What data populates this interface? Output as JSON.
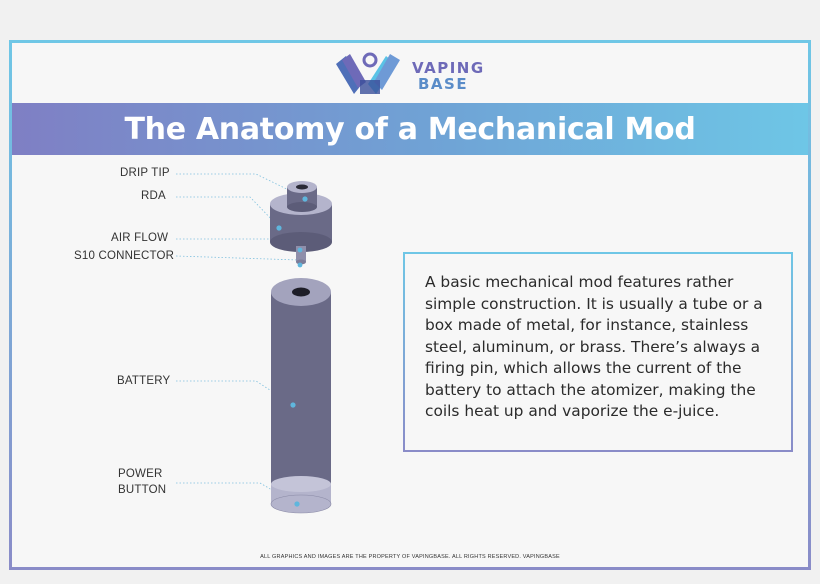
{
  "logo": {
    "line1": "VAPING",
    "line2": "BASE",
    "colors": {
      "purple": "#6e6ab8",
      "blue": "#5a8cc8"
    }
  },
  "title": "The Anatomy of a Mechanical Mod",
  "parts": [
    {
      "id": "drip-tip",
      "label": "DRIP TIP"
    },
    {
      "id": "rda",
      "label": "RDA"
    },
    {
      "id": "air-flow",
      "label": "AIR FLOW"
    },
    {
      "id": "s10-connector",
      "label": "S10 CONNECTOR"
    },
    {
      "id": "battery",
      "label": "BATTERY"
    },
    {
      "id": "power-button",
      "label_line1": "POWER",
      "label_line2": "BUTTON"
    }
  ],
  "description": "A basic mechanical mod features rather simple construction. It is usually a tube or a box made of metal, for instance, stainless steel, aluminum, or brass. There’s always a firing pin, which allows the current of the battery to attach the atomizer, making the coils heat up and vaporize the e-juice.",
  "footer": "ALL GRAPHICS AND IMAGES ARE THE PROPERTY OF VAPINGBASE. ALL RIGHTS RESERVED. VAPINGBASE",
  "colors": {
    "accent_blue": "#6ec6e6",
    "accent_purple": "#7f7fc4",
    "device_body": "#6a6a87",
    "device_ring": "#b4b4cc",
    "callout_dot": "#5fb6dd"
  }
}
